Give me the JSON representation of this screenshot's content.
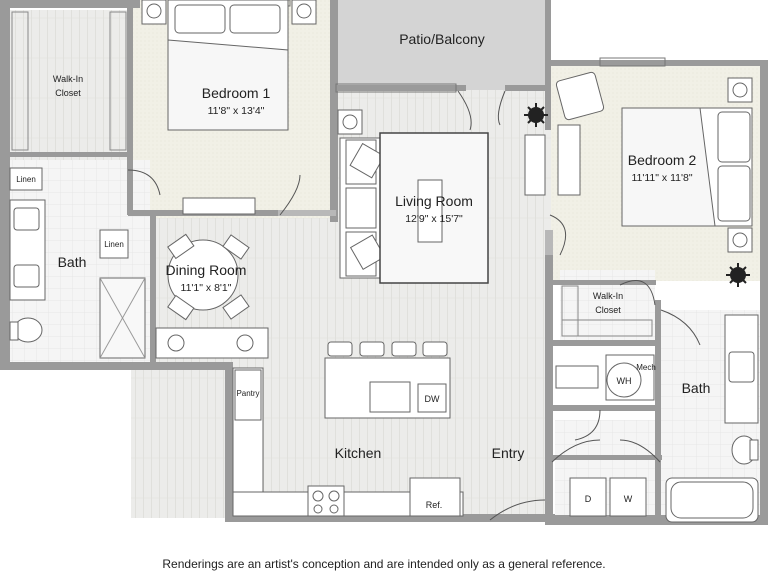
{
  "rooms": {
    "patio": {
      "name": "Patio/Balcony"
    },
    "bedroom1": {
      "name": "Bedroom 1",
      "dims": "11'8\" x 13'4\""
    },
    "walkin1": {
      "name_line1": "Walk-In",
      "name_line2": "Closet"
    },
    "living": {
      "name": "Living Room",
      "dims": "12'9\" x 15'7\""
    },
    "bedroom2": {
      "name": "Bedroom 2",
      "dims": "11'11\" x 11'8\""
    },
    "dining": {
      "name": "Dining Room",
      "dims": "11'1\" x 8'1\""
    },
    "bath1": {
      "name": "Bath"
    },
    "bath2": {
      "name": "Bath"
    },
    "walkin2": {
      "name_line1": "Walk-In",
      "name_line2": "Closet"
    },
    "kitchen": {
      "name": "Kitchen"
    },
    "entry": {
      "name": "Entry"
    }
  },
  "fixtures": {
    "linen1": "Linen",
    "linen2": "Linen",
    "pantry": "Pantry",
    "dw": "DW",
    "ref": "Ref.",
    "wh": "WH",
    "mech": "Mech",
    "dryer": "D",
    "washer": "W"
  },
  "disclaimer": "Renderings are an artist's conception and are intended only as a general reference.",
  "colors": {
    "wall": "#9a9a9a",
    "floor_wood": "#ececea",
    "floor_carpet": "#f1f0e6",
    "floor_tile": "#f4f4f4",
    "patio": "#d4d4d4"
  }
}
